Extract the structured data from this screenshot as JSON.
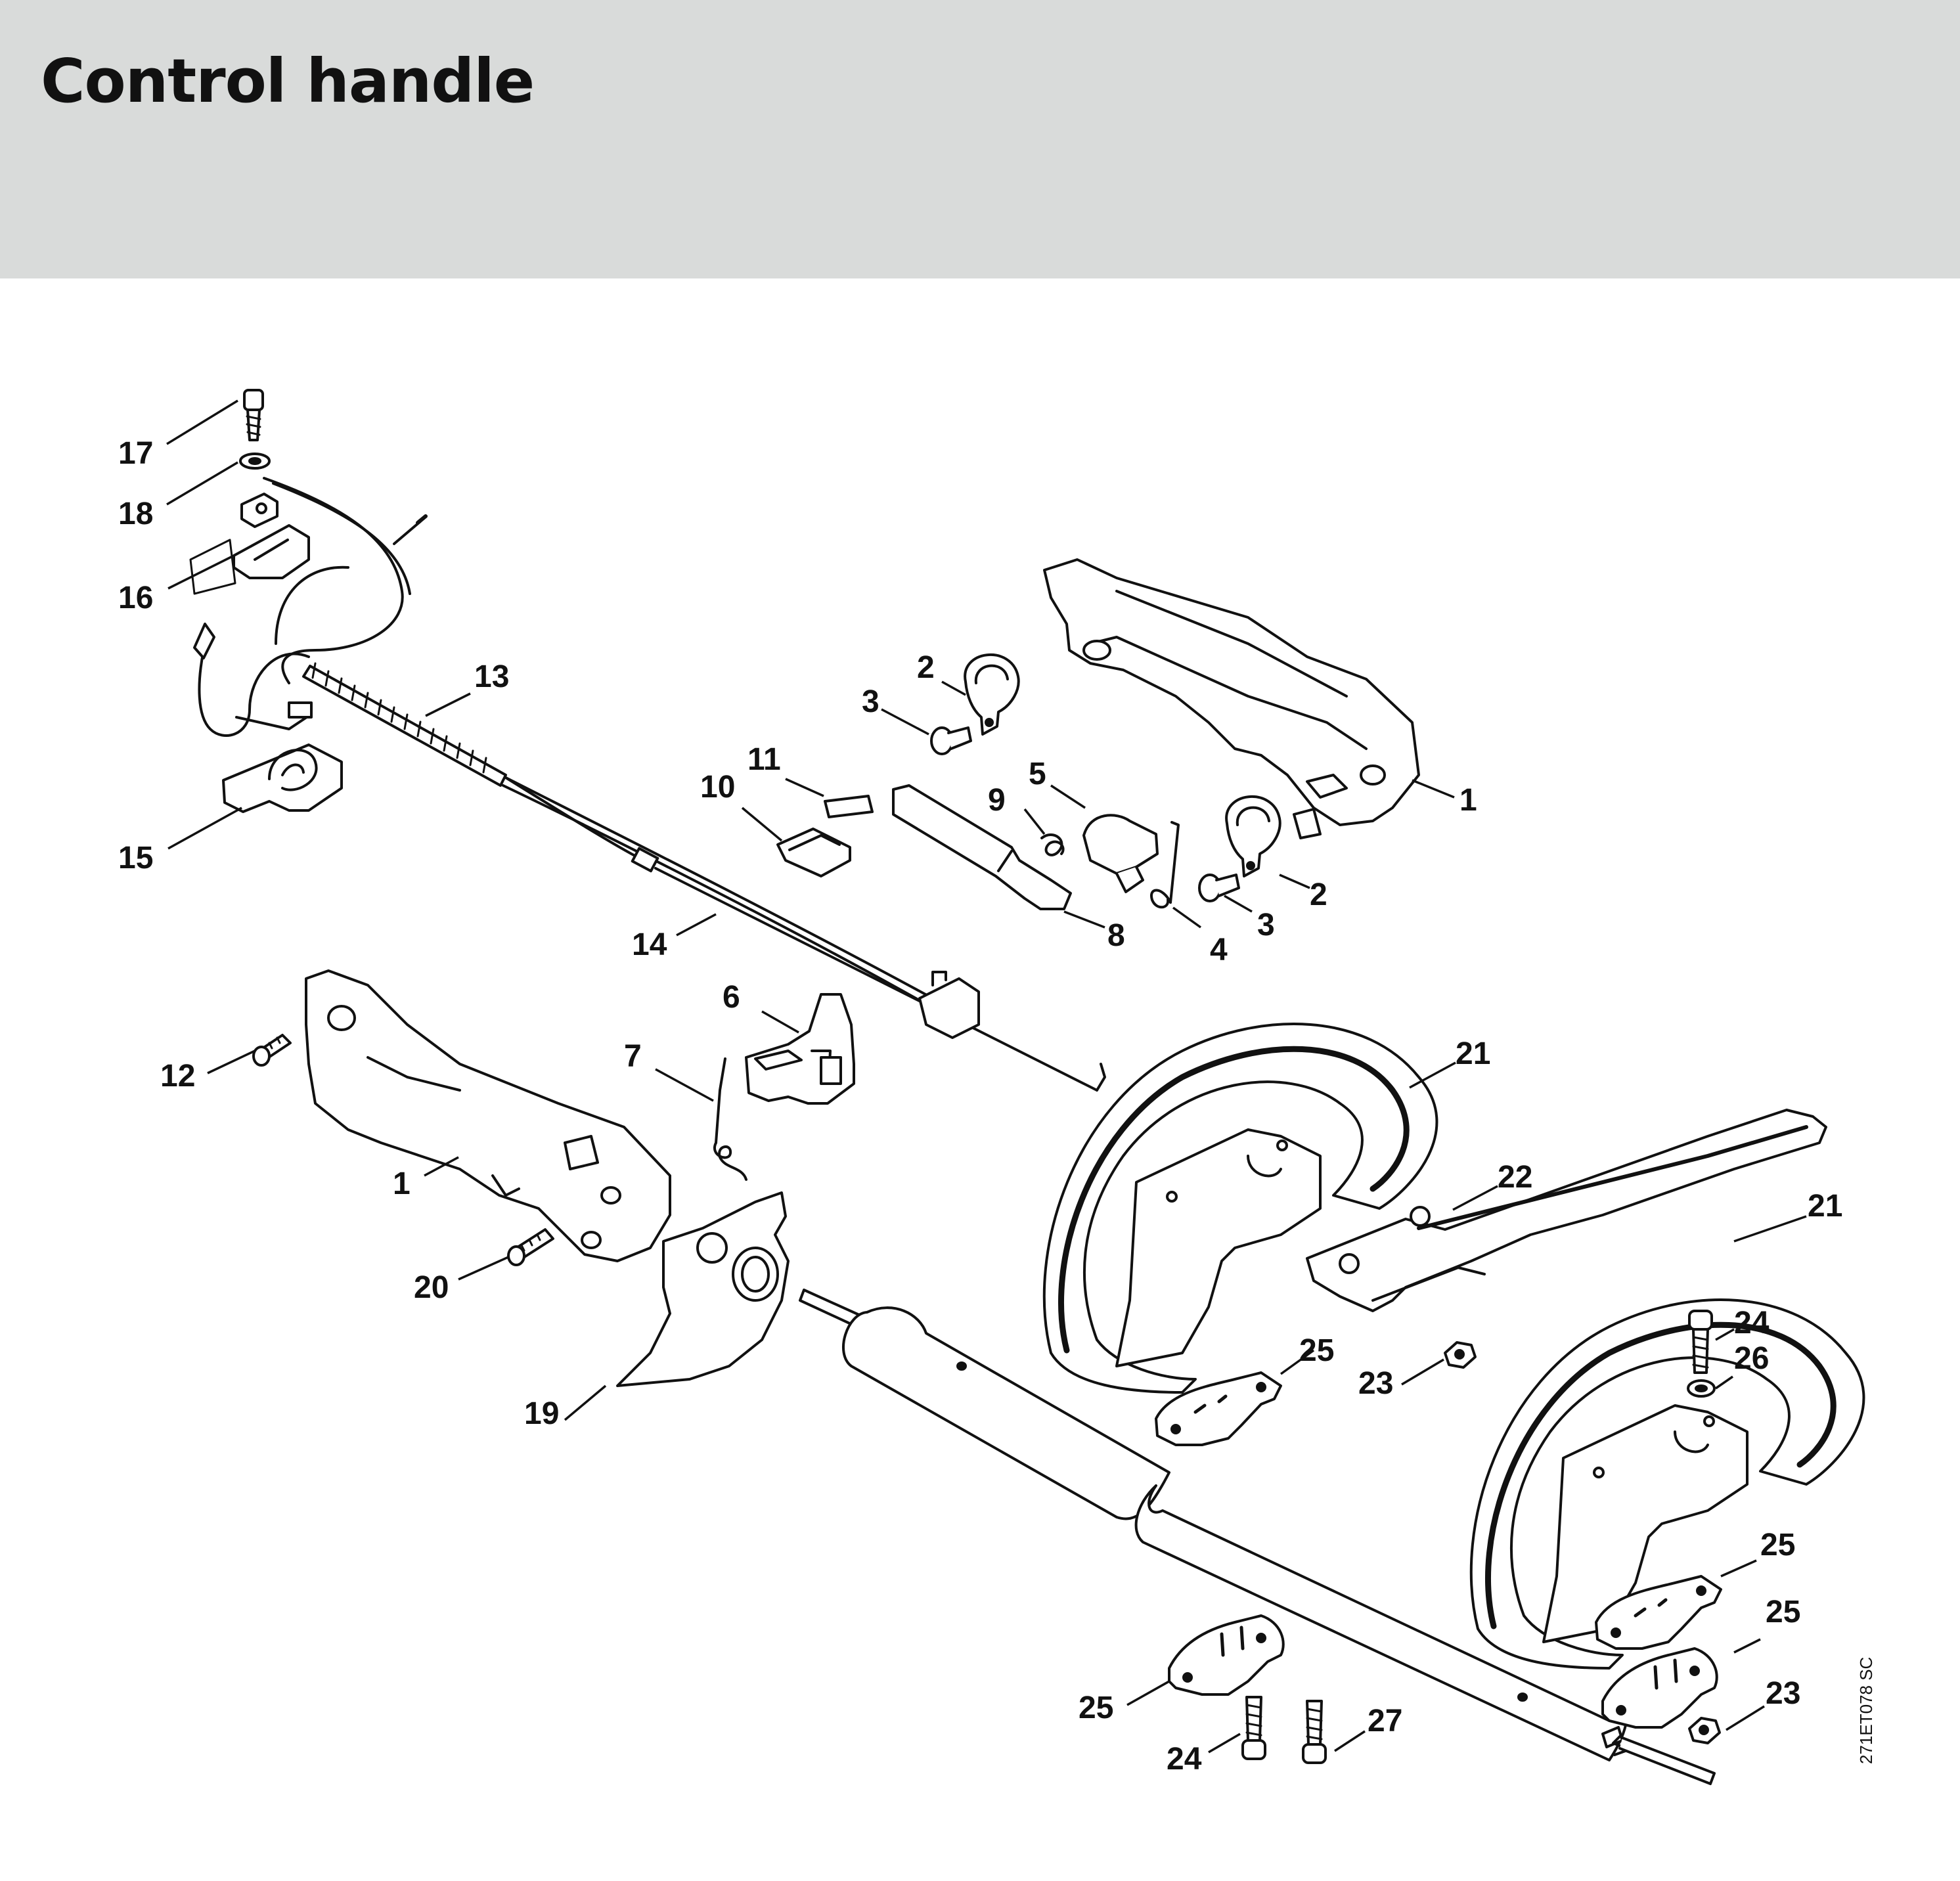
{
  "page": {
    "title": "Control handle"
  },
  "figure_code": "271ET078 SC",
  "callouts": [
    {
      "id": "c17",
      "label": "17"
    },
    {
      "id": "c18",
      "label": "18"
    },
    {
      "id": "c16",
      "label": "16"
    },
    {
      "id": "c13",
      "label": "13"
    },
    {
      "id": "c15",
      "label": "15"
    },
    {
      "id": "c14",
      "label": "14"
    },
    {
      "id": "c11",
      "label": "11"
    },
    {
      "id": "c10",
      "label": "10"
    },
    {
      "id": "c2a",
      "label": "2"
    },
    {
      "id": "c3a",
      "label": "3"
    },
    {
      "id": "c9",
      "label": "9"
    },
    {
      "id": "c5",
      "label": "5"
    },
    {
      "id": "c8",
      "label": "8"
    },
    {
      "id": "c4",
      "label": "4"
    },
    {
      "id": "c3b",
      "label": "3"
    },
    {
      "id": "c2b",
      "label": "2"
    },
    {
      "id": "c1a",
      "label": "1"
    },
    {
      "id": "c6",
      "label": "6"
    },
    {
      "id": "c7",
      "label": "7"
    },
    {
      "id": "c12",
      "label": "12"
    },
    {
      "id": "c1b",
      "label": "1"
    },
    {
      "id": "c20",
      "label": "20"
    },
    {
      "id": "c19",
      "label": "19"
    },
    {
      "id": "c21a",
      "label": "21"
    },
    {
      "id": "c22",
      "label": "22"
    },
    {
      "id": "c21b",
      "label": "21"
    },
    {
      "id": "c25a",
      "label": "25"
    },
    {
      "id": "c23a",
      "label": "23"
    },
    {
      "id": "c24a",
      "label": "24"
    },
    {
      "id": "c26",
      "label": "26"
    },
    {
      "id": "c25b",
      "label": "25"
    },
    {
      "id": "c25c",
      "label": "25"
    },
    {
      "id": "c23b",
      "label": "23"
    },
    {
      "id": "c25d",
      "label": "25"
    },
    {
      "id": "c24b",
      "label": "24"
    },
    {
      "id": "c27",
      "label": "27"
    }
  ]
}
